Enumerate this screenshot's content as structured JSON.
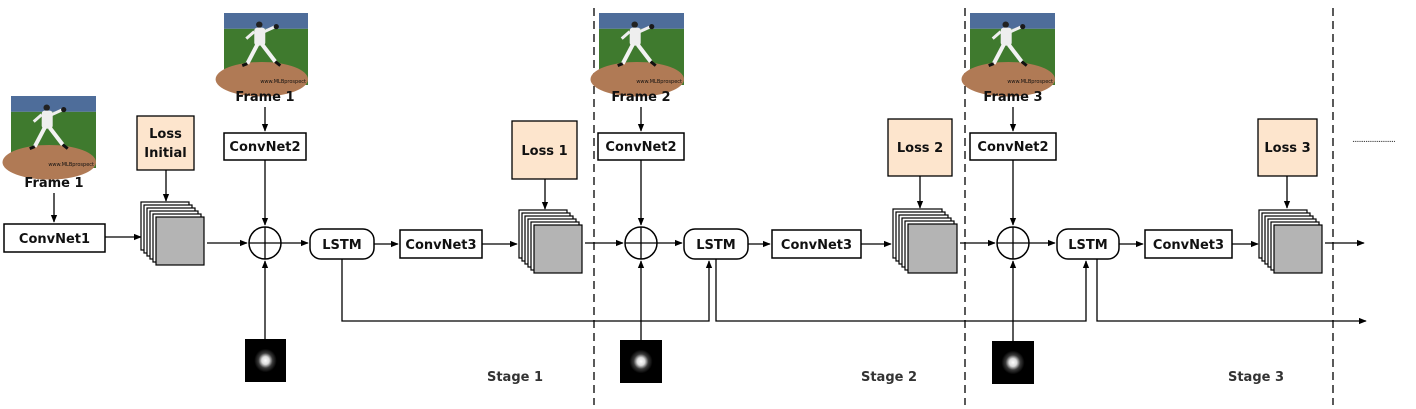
{
  "colors": {
    "loss_fill": "#fde5cd",
    "map_fill": "#b4b4b4",
    "line": "#000000",
    "sky": "#4e6d9a",
    "grass": "#3f7a2e",
    "dirt": "#b07a55"
  },
  "frame_labels": [
    "Frame 1",
    "Frame 1",
    "Frame 2",
    "Frame 3"
  ],
  "watermark": "www.MLBprospect",
  "modules": {
    "convnet1": "ConvNet1",
    "convnet2": "ConvNet2",
    "convnet3": "ConvNet3",
    "lstm": "LSTM"
  },
  "loss_initial": [
    "Loss",
    "Initial"
  ],
  "losses": [
    "Loss 1",
    "Loss 2",
    "Loss 3"
  ],
  "stages": [
    "Stage 1",
    "Stage 2",
    "Stage 3"
  ],
  "continuation": "......................."
}
